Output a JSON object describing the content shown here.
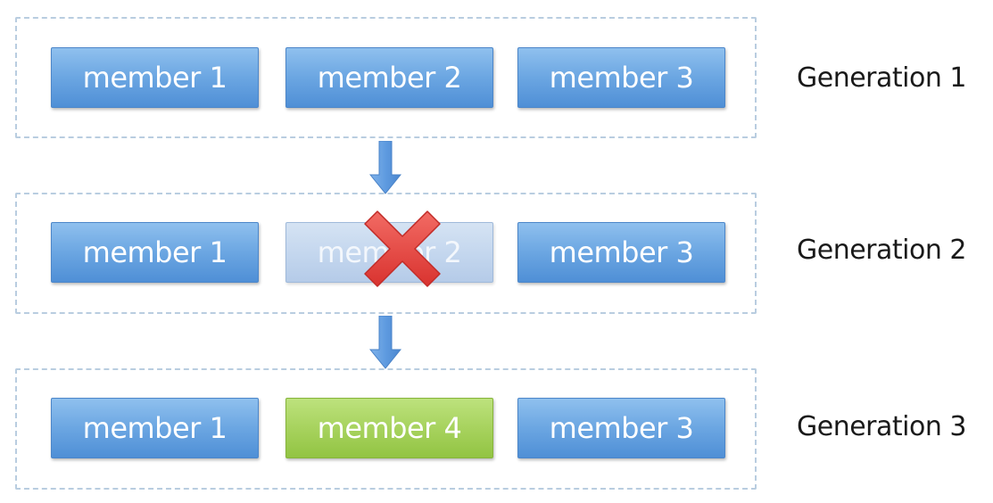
{
  "diagram": {
    "generations": [
      {
        "label": "Generation 1",
        "members": [
          {
            "label": "member 1",
            "state": "active"
          },
          {
            "label": "member 2",
            "state": "active"
          },
          {
            "label": "member 3",
            "state": "active"
          }
        ]
      },
      {
        "label": "Generation 2",
        "members": [
          {
            "label": "member 1",
            "state": "active"
          },
          {
            "label": "member 2",
            "state": "removed"
          },
          {
            "label": "member 3",
            "state": "active"
          }
        ]
      },
      {
        "label": "Generation 3",
        "members": [
          {
            "label": "member 1",
            "state": "active"
          },
          {
            "label": "member 4",
            "state": "new"
          },
          {
            "label": "member 3",
            "state": "active"
          }
        ]
      }
    ],
    "icons": {
      "arrow": "arrow-down-icon",
      "remove": "x-mark-icon"
    },
    "colors": {
      "active_member": "#6ba6e2",
      "removed_member": "#c3d6ee",
      "new_member": "#a5d15b",
      "remove_mark": "#e8413f",
      "arrow": "#5f9be0",
      "box_border": "#b9cde0"
    }
  }
}
